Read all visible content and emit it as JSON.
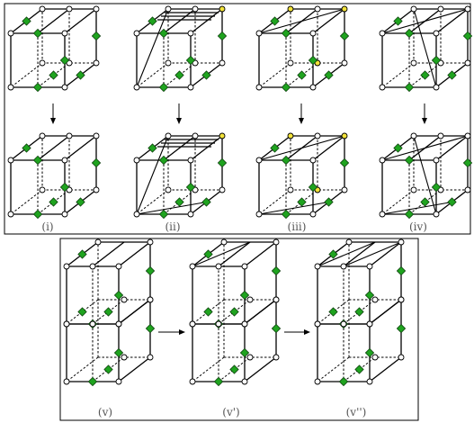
{
  "figure": {
    "panels": [
      {
        "id": "i",
        "label": "(i)"
      },
      {
        "id": "ii",
        "label": "(ii)"
      },
      {
        "id": "iii",
        "label": "(iii)"
      },
      {
        "id": "iv",
        "label": "(iv)"
      },
      {
        "id": "v",
        "label": "(v)"
      },
      {
        "id": "v-prime",
        "label": "(v')"
      },
      {
        "id": "v-double-prime",
        "label": "(v'')"
      }
    ],
    "colors": {
      "diamond": "#1fa31f",
      "highlight_vertex": "#f2e23a",
      "vertex": "#ffffff",
      "edge": "#000000"
    }
  }
}
